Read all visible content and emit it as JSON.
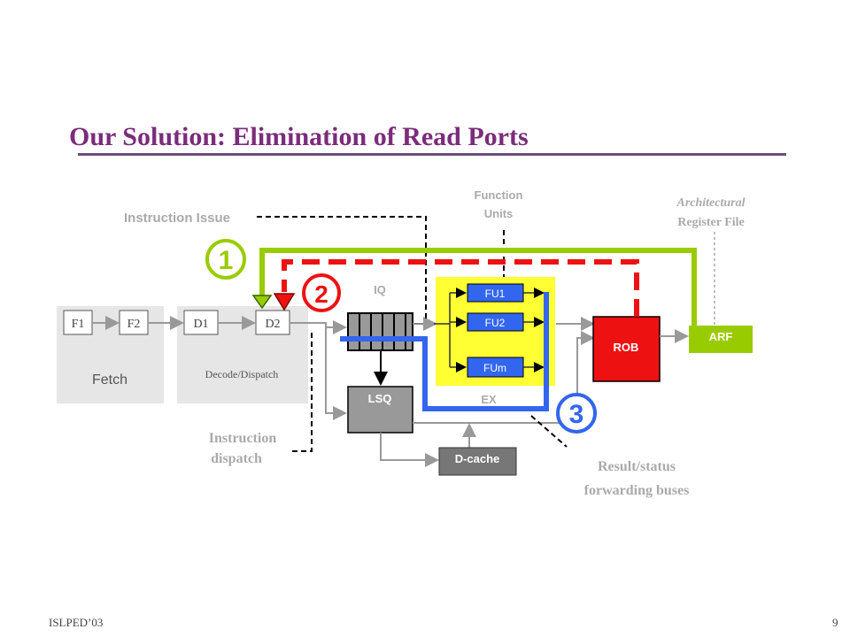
{
  "slide": {
    "title": "Our Solution: Elimination of Read Ports",
    "footer_left": "ISLPED’03",
    "page_number": "9"
  },
  "diagram": {
    "fetch": {
      "label": "Fetch",
      "stages": [
        "F1",
        "F2"
      ]
    },
    "decode": {
      "label": "Decode/Dispatch",
      "stages": [
        "D1",
        "D2"
      ]
    },
    "iq_label": "IQ",
    "lsq_label": "LSQ",
    "ex_label": "EX",
    "function_units": [
      "FU1",
      "FU2",
      "FUm"
    ],
    "dcache_label": "D-cache",
    "rob_label": "ROB",
    "arf_label": "ARF",
    "annotations": {
      "instruction_issue": "Instruction Issue",
      "function_units_1": "Function",
      "function_units_2": "Units",
      "arf_1": "Architectural",
      "arf_2": "Register File",
      "dispatch_1": "Instruction",
      "dispatch_2": "dispatch",
      "buses_1": "Result/status",
      "buses_2": "forwarding buses"
    },
    "markers": [
      "1",
      "2",
      "3"
    ],
    "colors": {
      "title": "#7b2c7b",
      "green_path": "#99cc00",
      "red_path": "#ee1111",
      "blue_path": "#3366ee",
      "ex_highlight": "#ffff33",
      "rob": "#ee1111",
      "arf": "#99cc00",
      "fu": "#3366ee",
      "lsq": "#999999",
      "dcache": "#777777",
      "stage_panel": "#e6e6e6",
      "annotation_text": "#aaaaaa"
    }
  }
}
